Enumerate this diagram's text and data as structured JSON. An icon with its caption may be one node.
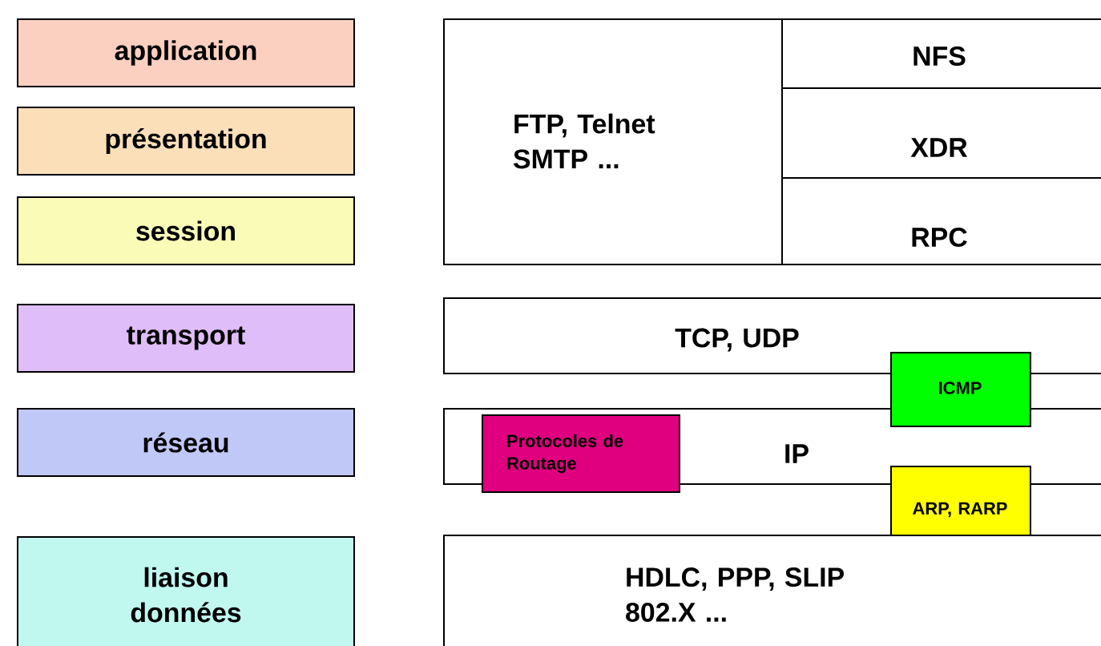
{
  "diagram": {
    "nodes": [
      {
        "text": [
          "application"
        ]
      },
      {
        "text": [
          "présentation"
        ]
      },
      {
        "text": [
          "session"
        ]
      },
      {
        "text": [
          "transport"
        ]
      },
      {
        "text": [
          "réseau"
        ]
      },
      {
        "text": [
          "liaison données"
        ]
      },
      {
        "text": [
          "FTP, Telnet SMTP ..."
        ]
      },
      {
        "text": [
          "NFS"
        ],
        "in": 6
      },
      {
        "text": [
          "XDR"
        ],
        "in": 6
      },
      {
        "text": [
          "RPC"
        ],
        "in": 6
      },
      {
        "text": [
          "TCP, UDP"
        ]
      },
      {
        "text": [
          "ICMP"
        ]
      },
      {
        "text": [
          "Protocoles de Routage"
        ]
      },
      {
        "text": [
          "IP"
        ]
      },
      {
        "text": [
          "ARP, RARP"
        ]
      },
      {
        "text": [
          "HDLC, PPP, SLIP 802.X ..."
        ]
      }
    ]
  }
}
